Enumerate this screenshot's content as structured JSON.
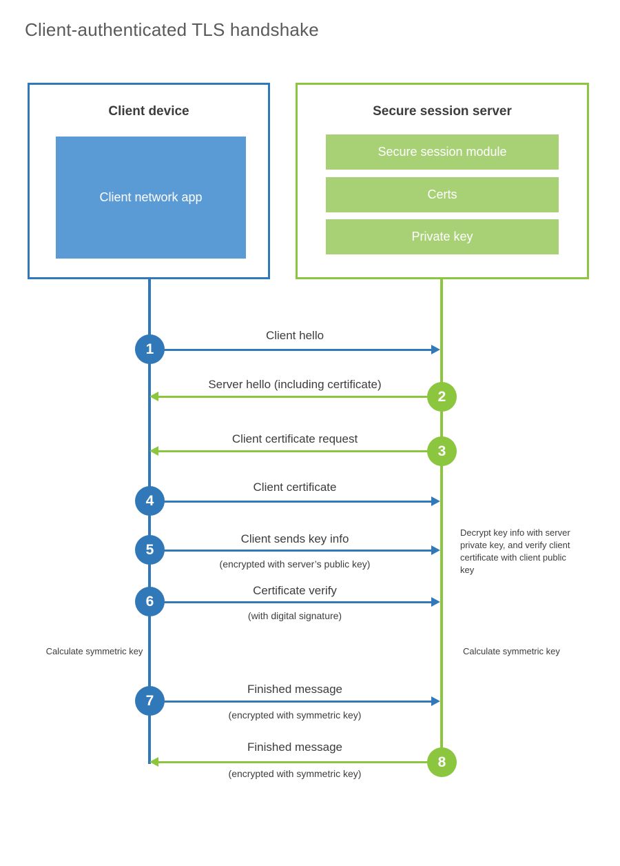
{
  "title": "Client-authenticated TLS handshake",
  "colors": {
    "blue": "#3178b9",
    "blue_fill": "#5b9bd5",
    "green": "#8cc63e",
    "green_fill": "#a8d176",
    "text": "#3c3c3b",
    "title_text": "#5a5a5a"
  },
  "actors": {
    "client": {
      "title": "Client device",
      "components": [
        {
          "label": "Client network app"
        }
      ]
    },
    "server": {
      "title": "Secure session server",
      "components": [
        {
          "label": "Secure session module"
        },
        {
          "label": "Certs"
        },
        {
          "label": "Private key"
        }
      ]
    }
  },
  "steps": [
    {
      "number": "1",
      "label": "Client hello",
      "sublabel": "",
      "direction": "client-to-server",
      "color": "blue"
    },
    {
      "number": "2",
      "label": "Server hello (including certificate)",
      "sublabel": "",
      "direction": "server-to-client",
      "color": "green"
    },
    {
      "number": "3",
      "label": "Client certificate request",
      "sublabel": "",
      "direction": "server-to-client",
      "color": "green"
    },
    {
      "number": "4",
      "label": "Client certificate",
      "sublabel": "",
      "direction": "client-to-server",
      "color": "blue"
    },
    {
      "number": "5",
      "label": "Client sends key info",
      "sublabel": "(encrypted with server’s public key)",
      "direction": "client-to-server",
      "color": "blue"
    },
    {
      "number": "6",
      "label": "Certificate verify",
      "sublabel": "(with digital signature)",
      "direction": "client-to-server",
      "color": "blue"
    },
    {
      "number": "7",
      "label": "Finished message",
      "sublabel": "(encrypted with symmetric key)",
      "direction": "client-to-server",
      "color": "blue"
    },
    {
      "number": "8",
      "label": "Finished message",
      "sublabel": "(encrypted with symmetric key)",
      "direction": "server-to-client",
      "color": "green"
    }
  ],
  "annotations": {
    "server_decrypt_note": "Decrypt key info with server private key, and verify client certificate with client public key",
    "client_calculate": "Calculate symmetric key",
    "server_calculate": "Calculate symmetric key"
  }
}
